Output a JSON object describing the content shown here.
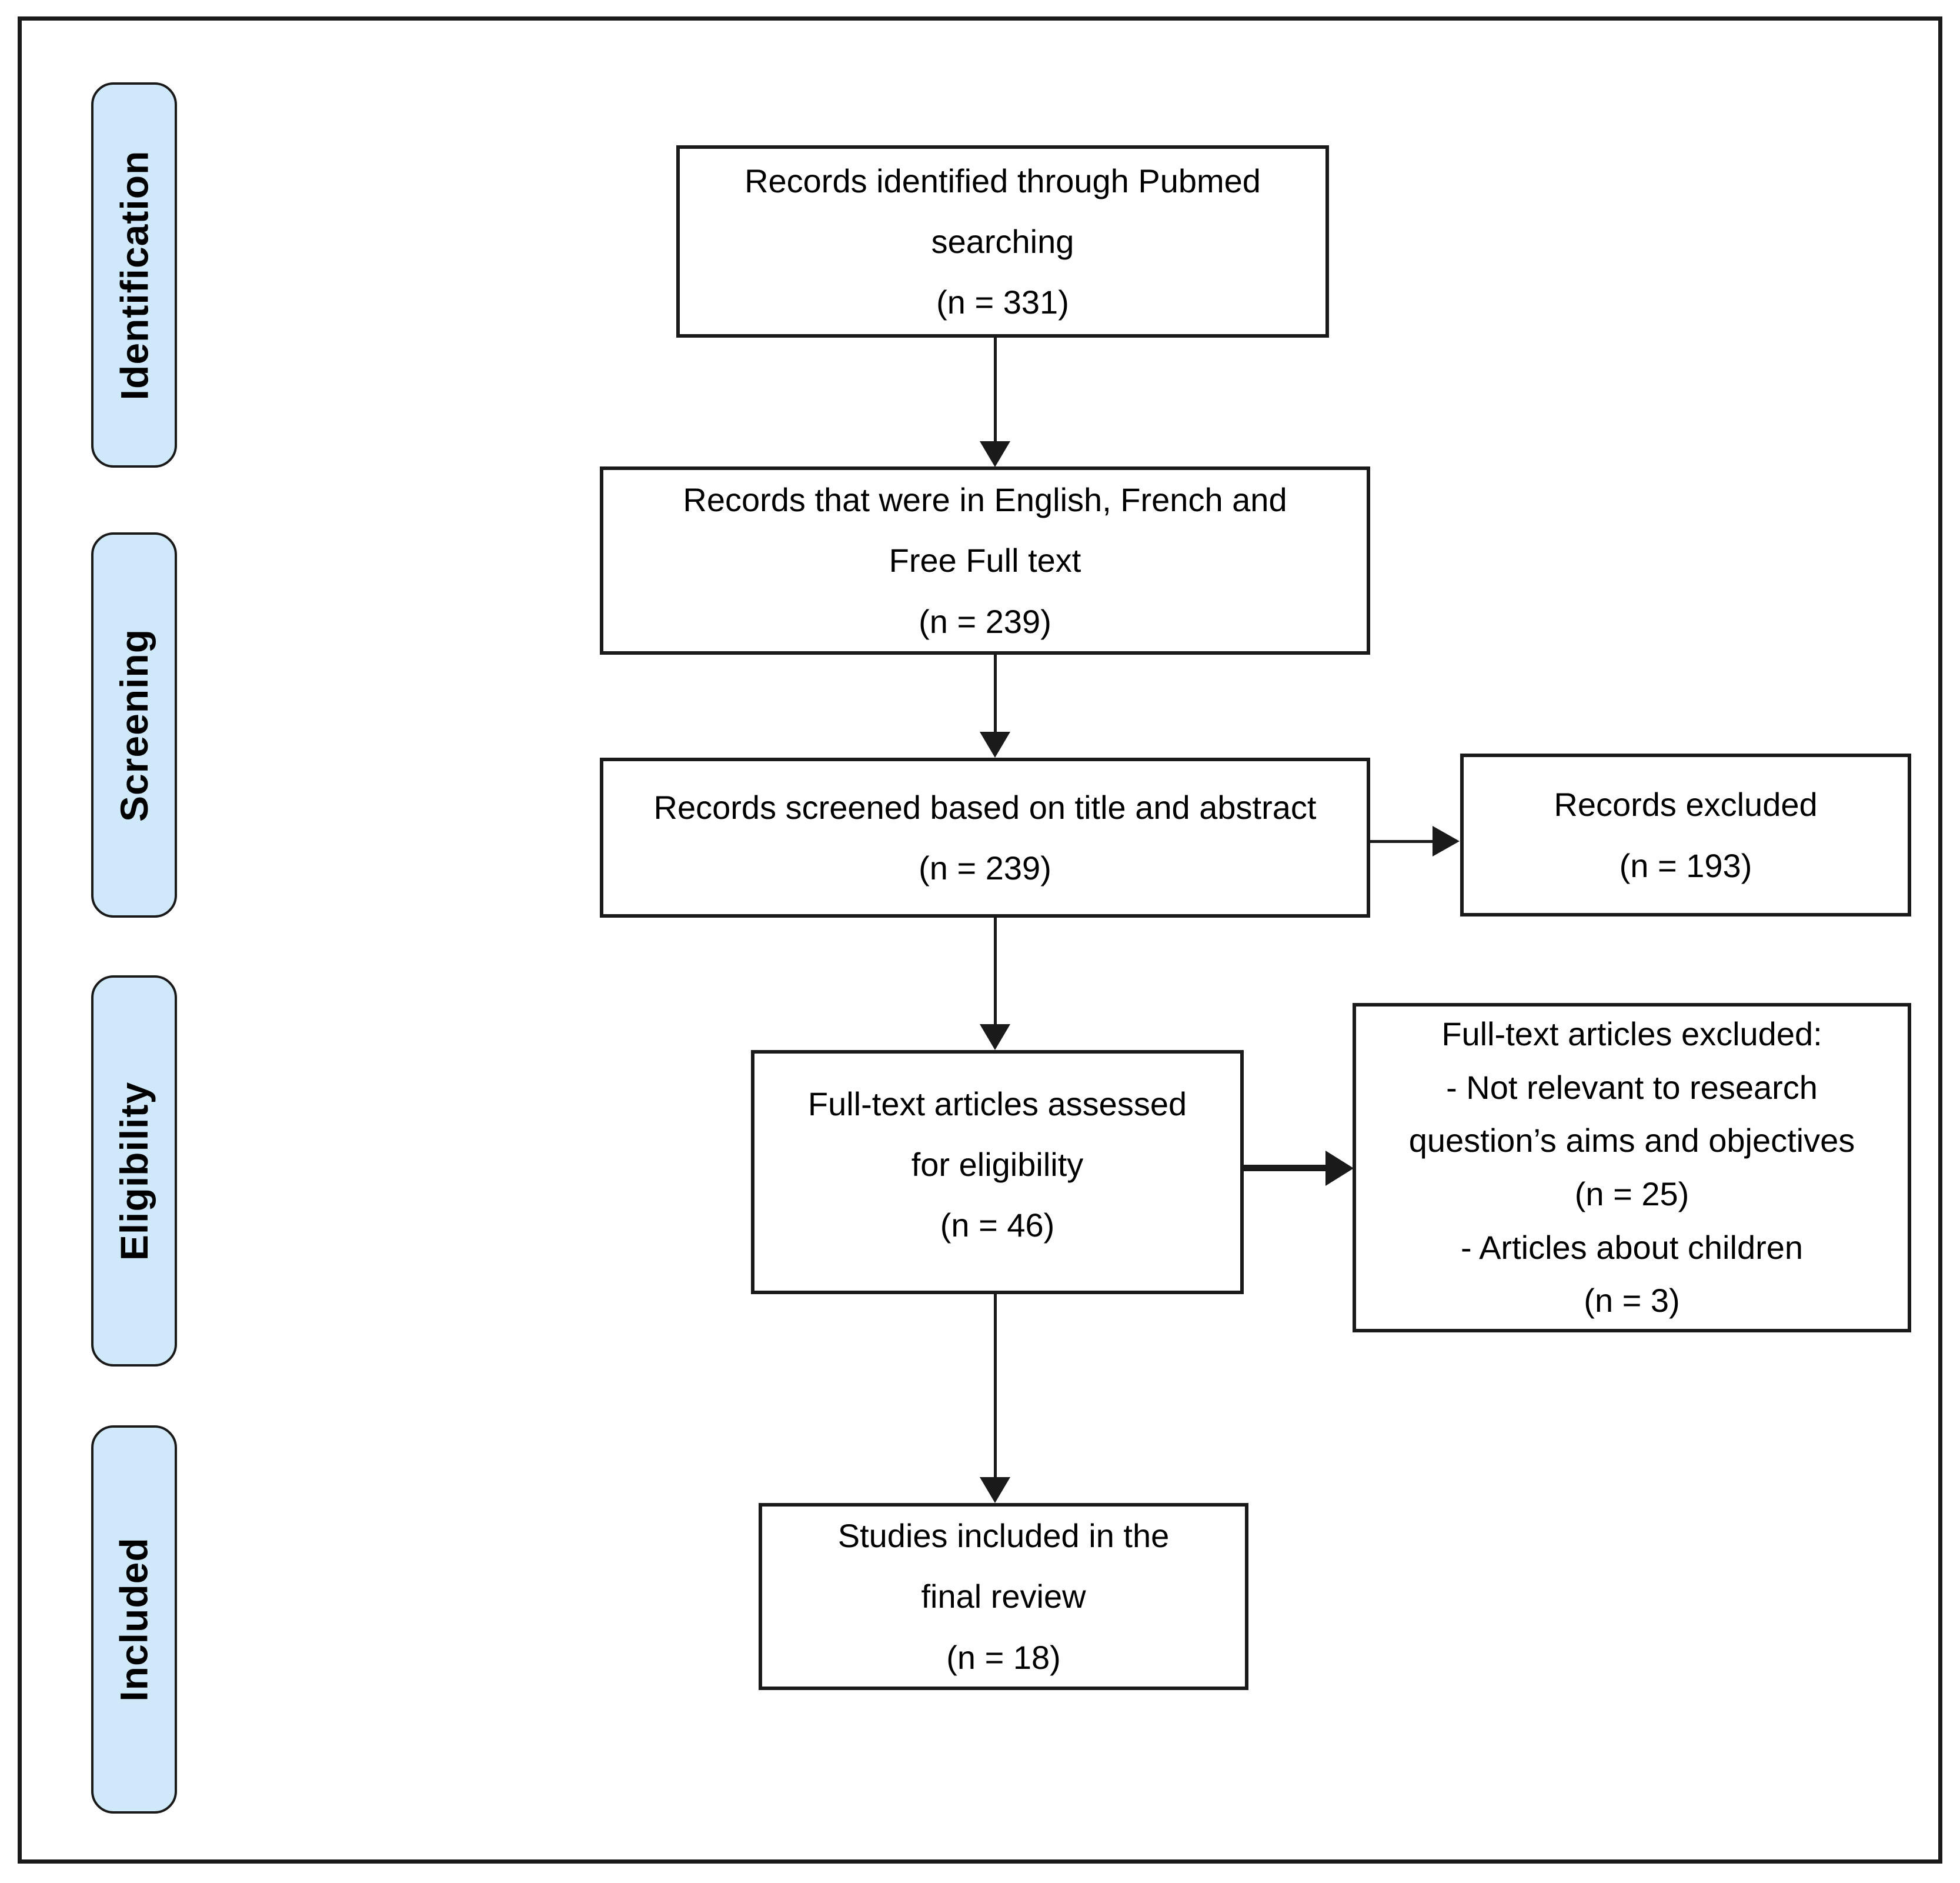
{
  "stages": [
    {
      "label": "Identification"
    },
    {
      "label": "Screening"
    },
    {
      "label": "Eligibility"
    },
    {
      "label": "Included"
    }
  ],
  "boxes": {
    "identified": {
      "lines": [
        "Records identified through Pubmed",
        "searching",
        "(n = 331)"
      ]
    },
    "language_filter": {
      "lines": [
        "Records that were in English, French and",
        "Free Full text",
        "(n = 239)"
      ]
    },
    "screened": {
      "lines": [
        "Records screened based on title and abstract",
        "(n = 239)"
      ]
    },
    "records_excluded": {
      "lines": [
        "Records excluded",
        "(n = 193)"
      ]
    },
    "fulltext_assessed": {
      "lines": [
        "Full-text articles assessed",
        "for eligibility",
        "(n = 46)"
      ]
    },
    "fulltext_excluded": {
      "lines": [
        "Full-text articles excluded:",
        "- Not relevant to research",
        "question’s aims and objectives",
        "(n = 25)",
        "- Articles about children",
        "(n = 3)"
      ]
    },
    "included_final": {
      "lines": [
        "Studies included in the",
        "final review",
        "(n = 18)"
      ]
    }
  },
  "colors": {
    "stage_fill": "#cfe9fb",
    "ink": "#1a1a1a",
    "box_fill": "#ffffff",
    "page_background": "#ffffff"
  }
}
